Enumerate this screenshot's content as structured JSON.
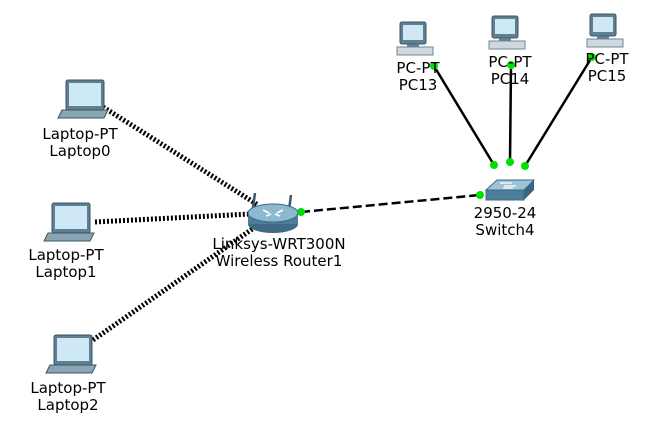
{
  "devices": {
    "laptop0": {
      "model": "Laptop-PT",
      "name": "Laptop0"
    },
    "laptop1": {
      "model": "Laptop-PT",
      "name": "Laptop1"
    },
    "laptop2": {
      "model": "Laptop-PT",
      "name": "Laptop2"
    },
    "router": {
      "model": "Linksys-WRT300N",
      "name": "Wireless Router1"
    },
    "switch": {
      "model": "2950-24",
      "name": "Switch4"
    },
    "pc13": {
      "model": "PC-PT",
      "name": "PC13"
    },
    "pc14": {
      "model": "PC-PT",
      "name": "PC14"
    },
    "pc15": {
      "model": "PC-PT",
      "name": "PC15"
    }
  },
  "links": [
    {
      "from": "laptop0",
      "to": "router",
      "type": "wireless"
    },
    {
      "from": "laptop1",
      "to": "router",
      "type": "wireless"
    },
    {
      "from": "laptop2",
      "to": "router",
      "type": "wireless"
    },
    {
      "from": "router",
      "to": "switch",
      "type": "crossover",
      "status": "up"
    },
    {
      "from": "pc13",
      "to": "switch",
      "type": "straight",
      "status": "up"
    },
    {
      "from": "pc14",
      "to": "switch",
      "type": "straight",
      "status": "up"
    },
    {
      "from": "pc15",
      "to": "switch",
      "type": "straight",
      "status": "up"
    }
  ],
  "colors": {
    "link_up": "#00e000",
    "cable": "#000000",
    "device_screen": "#c9e6f5",
    "device_body": "#6f8fa3"
  }
}
